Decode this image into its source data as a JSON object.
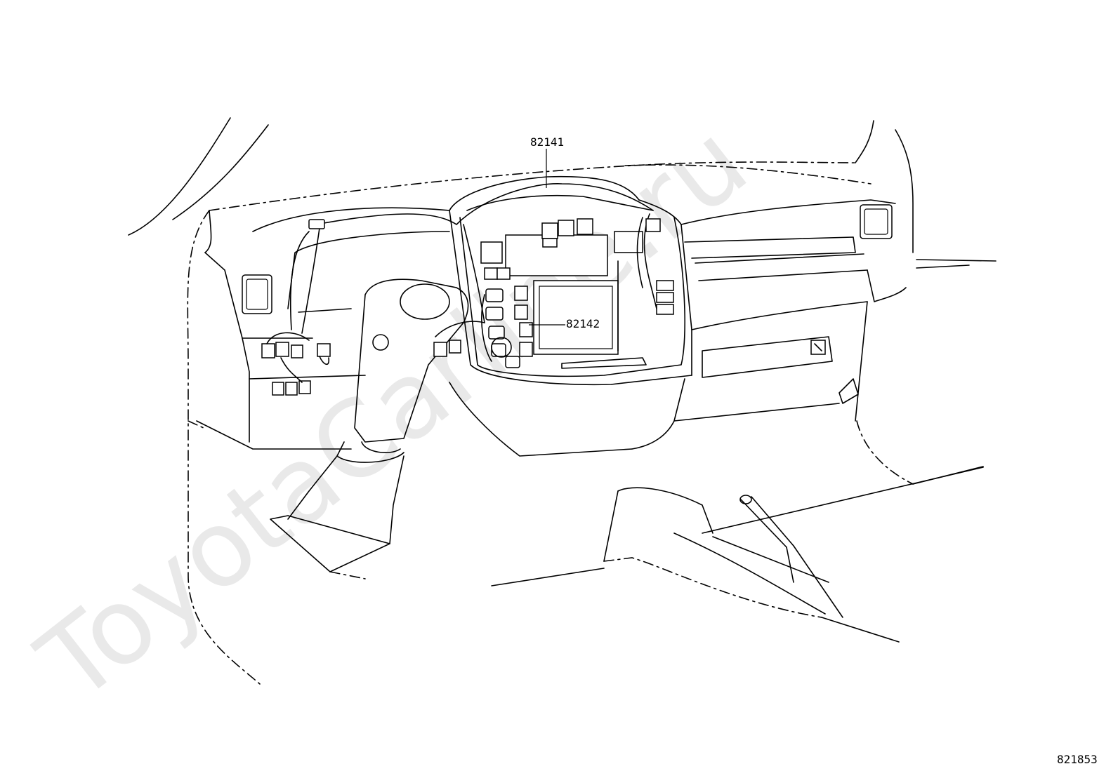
{
  "watermark": "ToyotaCarline.ru",
  "callouts": {
    "part_82141": "82141",
    "part_82142": "82142"
  },
  "figure_id": "821853"
}
